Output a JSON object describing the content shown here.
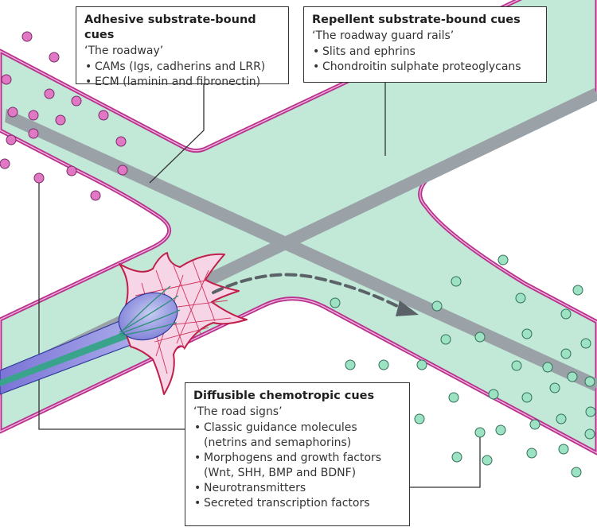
{
  "colors": {
    "road": "#bfe6d6",
    "road_edge": "#b8338e",
    "lane": "#9aa2a8",
    "purple_dot": "#e078c4",
    "green_dot": "#9ee2c4",
    "neuron_outline": "#c01f4a",
    "growth_cone": "#f6d6e6",
    "axon": "#3aa38c",
    "arrow": "#5a6268"
  },
  "callouts": {
    "adhesive": {
      "title": "Adhesive substrate-bound cues",
      "subtitle": "‘The roadway’",
      "items": [
        {
          "text": "CAMs (Igs, cadherins and LRR)"
        },
        {
          "text": "ECM (laminin and fibronectin)"
        }
      ]
    },
    "repellent": {
      "title": "Repellent substrate-bound cues",
      "subtitle": "‘The roadway guard rails’",
      "items": [
        {
          "text": "Slits and ephrins"
        },
        {
          "text": "Chondroitin sulphate proteoglycans"
        }
      ]
    },
    "diffusible": {
      "title": "Diffusible chemotropic cues",
      "subtitle": "‘The road signs’",
      "items": [
        {
          "text": "Classic guidance molecules",
          "sub": "(netrins and semaphorins)"
        },
        {
          "text": "Morphogens and growth factors",
          "sub": "(Wnt, SHH, BMP and BDNF)"
        },
        {
          "text": "Neurotransmitters",
          "sub": ""
        },
        {
          "text": "Secreted transcription factors",
          "sub": ""
        }
      ]
    }
  }
}
